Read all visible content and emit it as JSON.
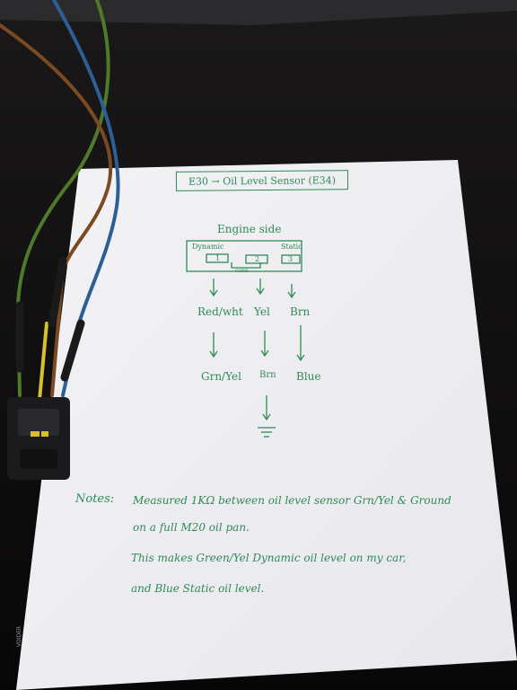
{
  "sheet": {
    "title": "E30 → Oil Level Sensor (E34)",
    "engine_side": "Engine side",
    "dynamic": "Dynamic",
    "static": "Static",
    "pin1": "1",
    "pin2": "2",
    "pin3": "3",
    "conn_label": "conn",
    "top_wires": [
      "Red/wht",
      "Yel",
      "Brn"
    ],
    "bottom_wires": [
      "Grn/Yel",
      "Brn",
      "Blue"
    ],
    "notes_label": "Notes:",
    "note_lines": [
      "Measured 1KΩ between oil level sensor Grn/Yel & Ground",
      "on a full M20 oil pan.",
      "This makes Green/Yel Dynamic oil level on my car,",
      "and Blue Static oil level."
    ],
    "margin_print": "VOIDER"
  },
  "colors": {
    "ink": "#2f8a55",
    "paper": "#f7f7f9",
    "background": "#0d0c0c",
    "wire_green": "#4f7a2a",
    "wire_blue": "#2c5f95",
    "wire_brown": "#7a4a22",
    "wire_yellow": "#d8c02a"
  }
}
